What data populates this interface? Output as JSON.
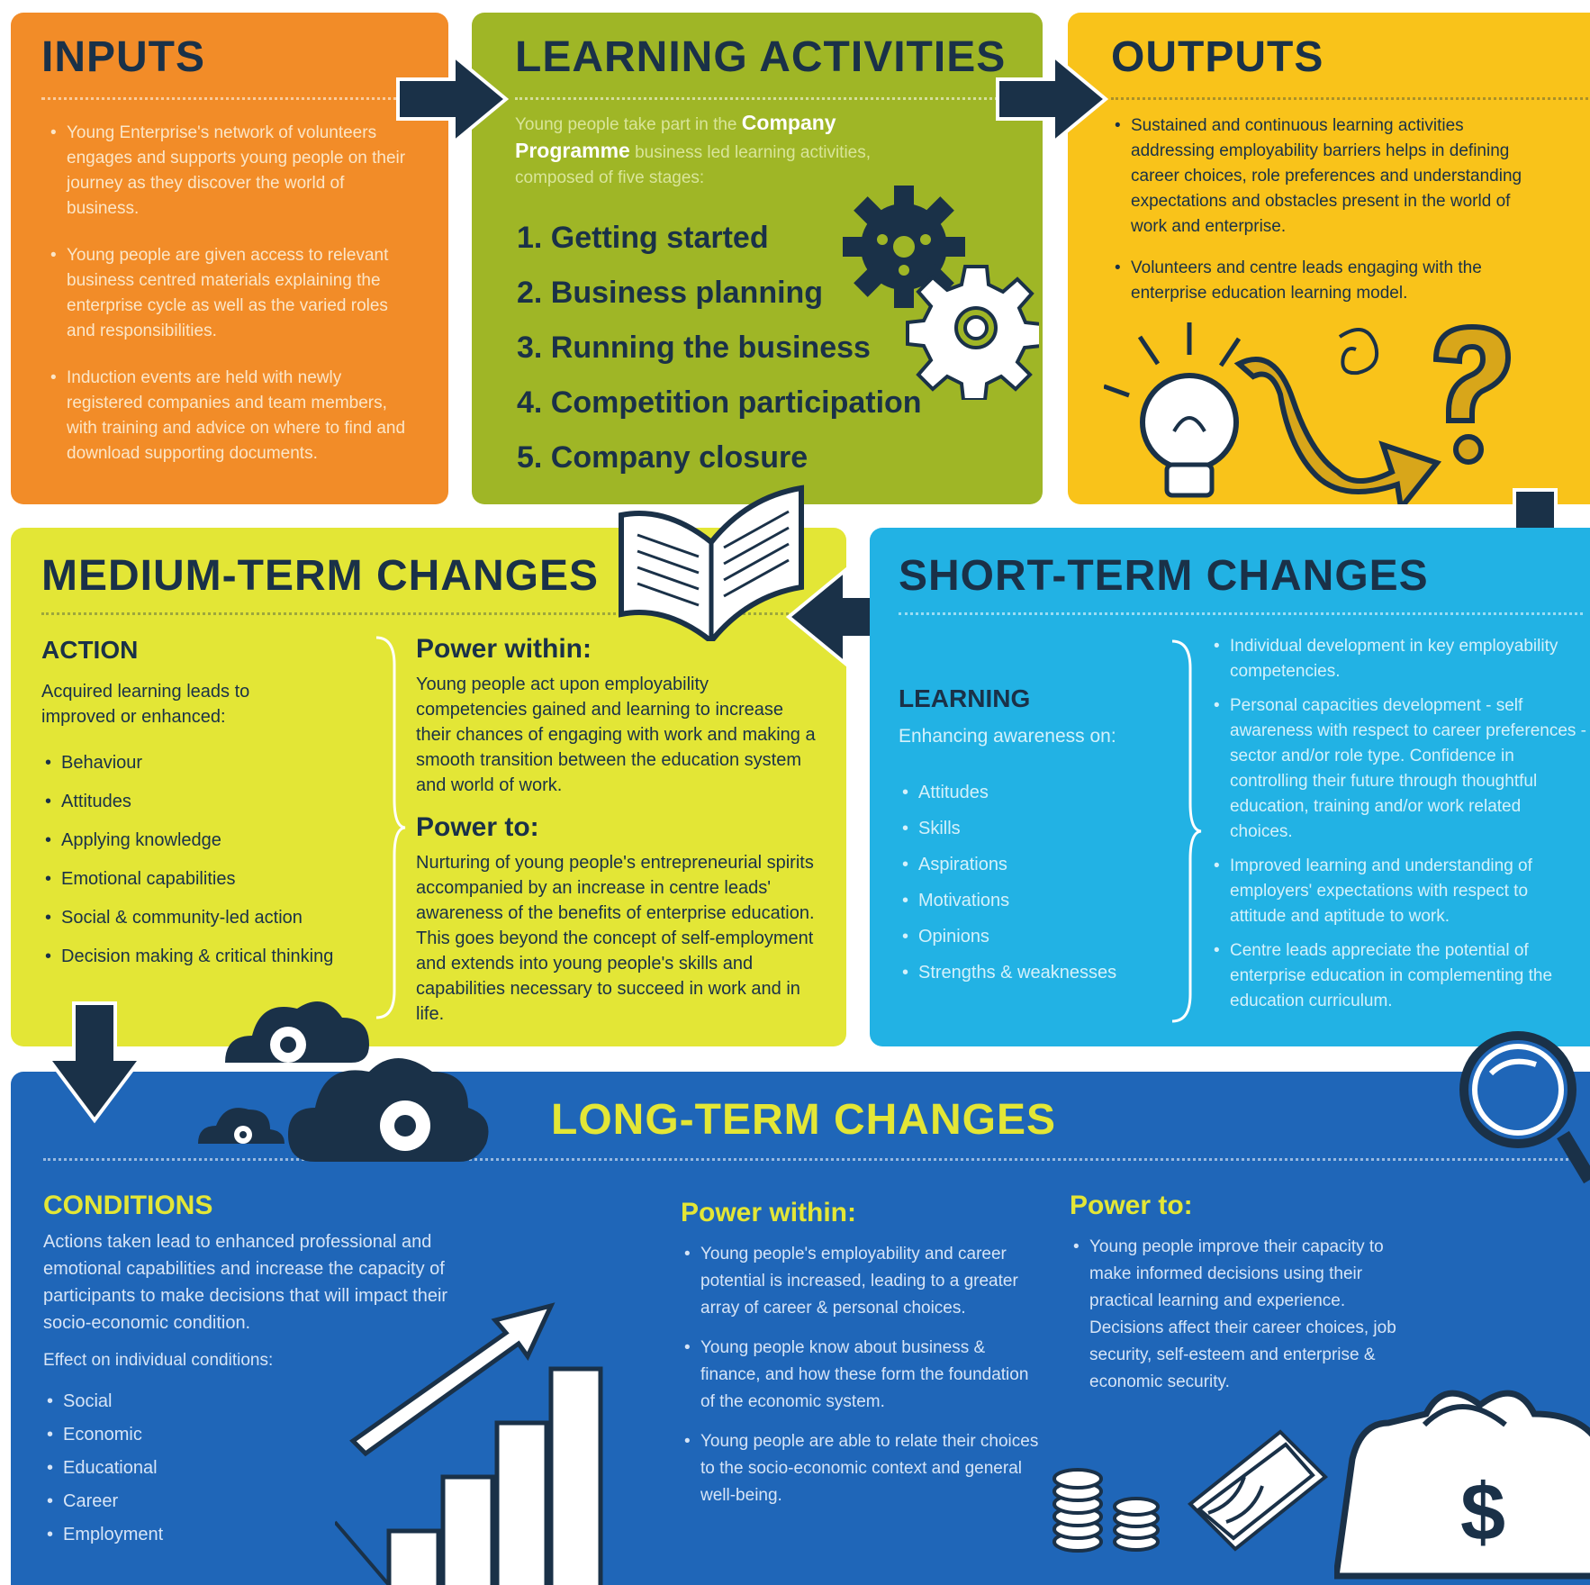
{
  "inputs": {
    "title": "INPUTS",
    "items": [
      "Young Enterprise's network of volunteers engages and supports young people on their journey as they discover the world of business.",
      "Young people are given access to relevant business centred materials explaining the enterprise cycle as well as the varied roles and responsibilities.",
      "Induction events are held with newly registered companies and team members, with training and advice on where to find and download supporting documents."
    ]
  },
  "learning_activities": {
    "title": "LEARNING ACTIVITIES",
    "intro_prefix": "Young people take part in the ",
    "intro_bold": "Company Programme",
    "intro_suffix": " business led learning activities, composed of five stages:",
    "stages": [
      "1. Getting started",
      "2. Business planning",
      "3. Running the business",
      "4. Competition participation",
      "5. Company closure"
    ]
  },
  "outputs": {
    "title": "OUTPUTS",
    "items": [
      "Sustained and continuous learning activities addressing employability barriers helps in defining career choices, role preferences and understanding expectations and obstacles present in the world of work and enterprise.",
      "Volunteers and centre leads engaging with the enterprise education learning model."
    ]
  },
  "medium_term": {
    "title": "MEDIUM-TERM CHANGES",
    "action_heading": "ACTION",
    "action_intro": "Acquired learning leads to improved or enhanced:",
    "action_items": [
      "Behaviour",
      "Attitudes",
      "Applying knowledge",
      "Emotional capabilities",
      "Social & community-led action",
      "Decision making & critical thinking"
    ],
    "power_within_heading": "Power within:",
    "power_within_text": "Young people act upon employability competencies gained and learning to increase their chances of engaging with work and making a smooth transition between the education system and world of work.",
    "power_to_heading": "Power to:",
    "power_to_text": "Nurturing of young people's entrepreneurial spirits accompanied by an increase in centre leads' awareness of the benefits of enterprise education. This goes beyond the concept of self-employment and extends into young people's skills and capabilities necessary to succeed in work and in life."
  },
  "short_term": {
    "title": "SHORT-TERM CHANGES",
    "learning_heading": "LEARNING",
    "learning_intro": "Enhancing awareness on:",
    "learning_items": [
      "Attitudes",
      "Skills",
      "Aspirations",
      "Motivations",
      "Opinions",
      "Strengths & weaknesses"
    ],
    "items": [
      "Individual development in key employability competencies.",
      "Personal capacities development - self awareness with respect to career preferences - sector and/or role type. Confidence in controlling their future through thoughtful education, training and/or work related choices.",
      "Improved learning and understanding of employers' expectations with respect to attitude and aptitude to work.",
      "Centre leads appreciate the potential of enterprise education in complementing the education curriculum."
    ]
  },
  "long_term": {
    "title": "LONG-TERM CHANGES",
    "conditions_heading": "CONDITIONS",
    "conditions_text": "Actions taken lead to enhanced professional and emotional capabilities and increase the capacity of participants to make decisions that will impact their socio-economic condition.",
    "effect_label": "Effect on individual conditions:",
    "effect_items": [
      "Social",
      "Economic",
      "Educational",
      "Career",
      "Employment"
    ],
    "power_within_heading": "Power within:",
    "power_within_items": [
      "Young people's employability and career potential is increased, leading to a greater array of career & personal choices.",
      "Young people know about business & finance, and how these form the foundation of the economic system.",
      "Young people are able to relate their choices to the socio-economic context and general well-being."
    ],
    "power_to_heading": "Power to:",
    "power_to_items": [
      "Young people improve their capacity to make informed decisions using their practical learning and experience. Decisions affect their career choices, job security, self-esteem and enterprise & economic security."
    ],
    "dollar_symbol": "$"
  },
  "colors": {
    "navy": "#1a3148",
    "orange": "#f28c28",
    "olive": "#9fb626",
    "gold": "#f9c31a",
    "lime": "#e3e636",
    "sky": "#22b2e4",
    "blue": "#1f66b8"
  },
  "icons": [
    "arrow-right-icon",
    "arrow-down-icon",
    "arrow-left-icon",
    "gear-icon",
    "lightbulb-icon",
    "question-mark-icon",
    "open-book-icon",
    "cloud-gear-icon",
    "bar-chart-icon",
    "magnifier-icon",
    "money-bag-icon",
    "coins-icon",
    "banknotes-icon"
  ]
}
